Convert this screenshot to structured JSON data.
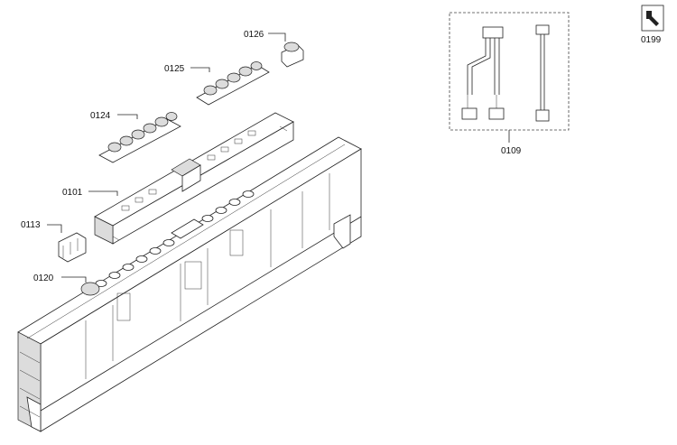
{
  "labels": {
    "p0126": "0126",
    "p0125": "0125",
    "p0124": "0124",
    "p0101": "0101",
    "p0113": "0113",
    "p0120": "0120",
    "p0109": "0109",
    "p0199": "0199"
  },
  "colors": {
    "line": "#222222",
    "shade": "#dcdcdc",
    "background": "#ffffff"
  },
  "icons": {
    "service": "wrench-sheet-icon"
  }
}
